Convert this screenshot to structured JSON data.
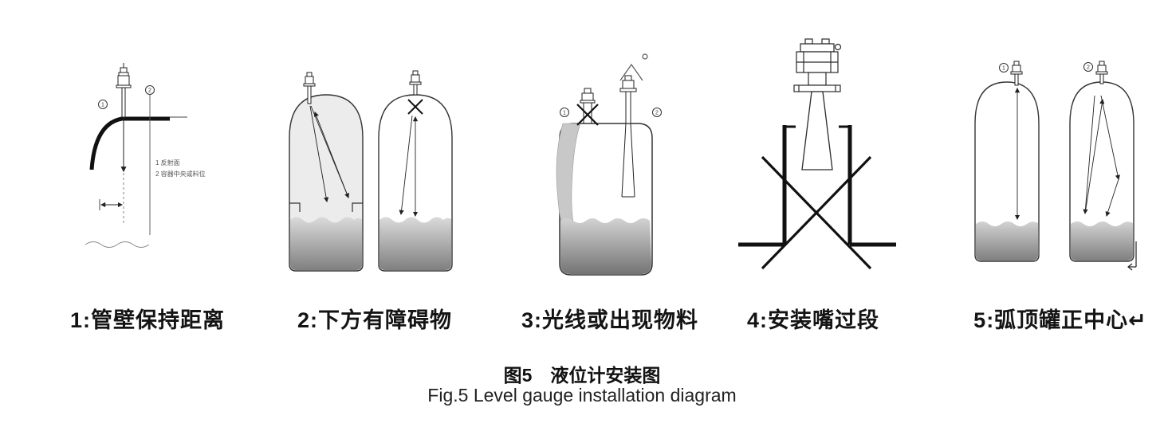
{
  "figure": {
    "caption_zh": "图5　液位计安装图",
    "caption_en": "Fig.5   Level gauge installation diagram"
  },
  "panels": [
    {
      "label": "1:管壁保持距离",
      "markers": [
        "1",
        "2"
      ],
      "notes": [
        "1 反射面",
        "2 容器中央或料位"
      ]
    },
    {
      "label": "2:下方有障碍物",
      "markers": []
    },
    {
      "label": "3:光线或出现物料",
      "markers": [
        "1",
        "2"
      ]
    },
    {
      "label": "4:安装嘴过段",
      "markers": []
    },
    {
      "label": "5:弧顶罐正中心↵",
      "markers": [
        "1",
        "2"
      ]
    }
  ],
  "colors": {
    "ink": "#1a1a1a",
    "liquid_top": "#dedede",
    "liquid_bottom": "#7d7d7d",
    "tank_interior": "#ececec",
    "stream": "#c8c8c8"
  }
}
